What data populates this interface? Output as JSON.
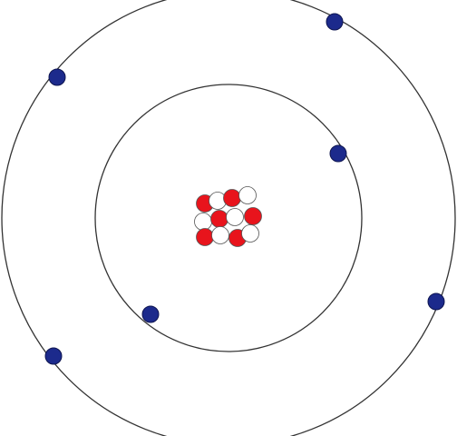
{
  "diagram": {
    "type": "bohr-atom-model",
    "colors": {
      "background": "#ffffff",
      "orbit": "#333333",
      "electron": "#1c2a8c",
      "electron_stroke": "#0e1550",
      "proton": "#e8141c",
      "neutron": "#ffffff",
      "particle_stroke": "#555555"
    },
    "nucleus": {
      "protons": 6,
      "neutrons": 6
    },
    "shells": [
      {
        "name": "inner-shell",
        "electron_count": 2
      },
      {
        "name": "outer-shell",
        "electron_count": 4
      }
    ]
  }
}
